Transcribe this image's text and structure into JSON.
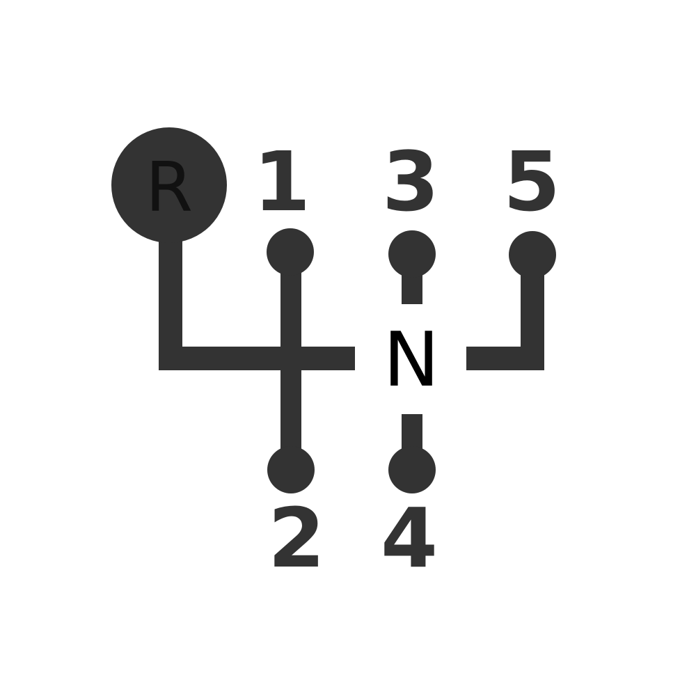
{
  "diagram": {
    "reverse_label": "R",
    "neutral_label": "N",
    "gears": {
      "g1": "1",
      "g2": "2",
      "g3": "3",
      "g4": "4",
      "g5": "5"
    },
    "colors": {
      "ink": "#333333",
      "reverse_text": "#111111",
      "neutral_text": "#000000",
      "background": "#ffffff"
    }
  }
}
